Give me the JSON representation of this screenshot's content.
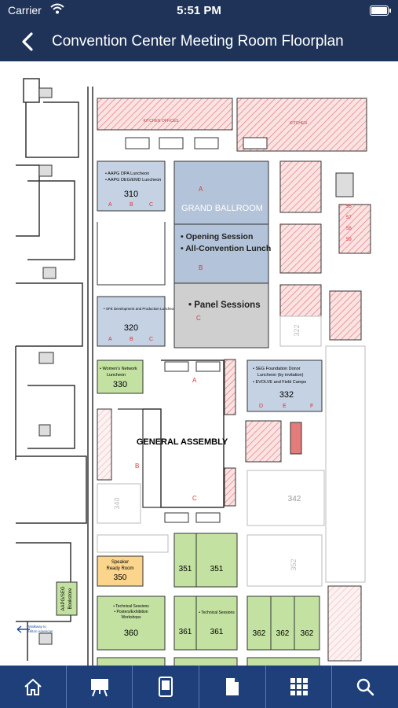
{
  "status": {
    "carrier": "Carrier",
    "time": "5:51 PM"
  },
  "nav": {
    "title": "Convention Center Meeting Room Floorplan",
    "back_icon": "chevron-left-icon"
  },
  "map": {
    "colors": {
      "meeting_blue": "#c5d2e3",
      "ballroom_blue": "#b3c3d9",
      "green": "#c3e1a0",
      "yellow": "#fbd58c",
      "hatch_red": "#e47c7c",
      "panel_gray": "#cfcfcf"
    },
    "small_labels": {
      "kitchen_offices": "KITCHEN OFFICES",
      "kitchen": "KITCHEN"
    },
    "room310": {
      "line1": "• AAPG DPA Luncheon",
      "line2": "• AAPG DEG/EMD Luncheon",
      "number": "310"
    },
    "room320": {
      "line1": "• SFE Development and Production Luncheon",
      "number": "320"
    },
    "ballroom": {
      "name": "GRAND BALLROOM",
      "a": "A",
      "b": "B",
      "c": "C",
      "opening": "• Opening Session",
      "lunch": "• All-Convention Lunch",
      "panel": "• Panel Sessions"
    },
    "room330": {
      "line1": "• Women's Network",
      "line2": "Luncheon",
      "number": "330"
    },
    "room332": {
      "line1": "• SEG Foundation Donor",
      "line2": "Luncheon (by invitation)",
      "line3": "• EVOLVE and Field Camps",
      "number": "332"
    },
    "general": {
      "name": "GENERAL ASSEMBLY",
      "a": "A",
      "b": "B",
      "c": "C"
    },
    "room340": {
      "number": "340"
    },
    "room342": {
      "number": "342"
    },
    "room350": {
      "line1": "Speaker",
      "line2": "Ready Room",
      "number": "350"
    },
    "room351": {
      "number": "351"
    },
    "room352": {
      "number": "352"
    },
    "room360": {
      "line1": "• Technical Sessions",
      "line2": "• Posters/Exhibition",
      "line3": "Workshops",
      "number": "360"
    },
    "room361": {
      "line": "• Technical Sessions",
      "number": "361"
    },
    "room362": {
      "number": "362"
    },
    "room322": {
      "number": "322"
    },
    "stair_labels": {
      "s1": "56",
      "s2": "57",
      "s3": "58",
      "s4": "59"
    },
    "walkway": {
      "line1": "Walkway to",
      "line2": "Hilton Americas"
    },
    "bookstore": {
      "line1": "AAPG/SEG",
      "line2": "Bookstore"
    },
    "letters": {
      "a": "A",
      "b": "B",
      "c": "C",
      "d": "D",
      "e": "E",
      "f": "F"
    }
  },
  "tabs": [
    {
      "icon": "home-icon"
    },
    {
      "icon": "presentation-easel-icon"
    },
    {
      "icon": "mobile-device-icon"
    },
    {
      "icon": "document-icon"
    },
    {
      "icon": "grid-icon"
    },
    {
      "icon": "search-icon"
    }
  ]
}
